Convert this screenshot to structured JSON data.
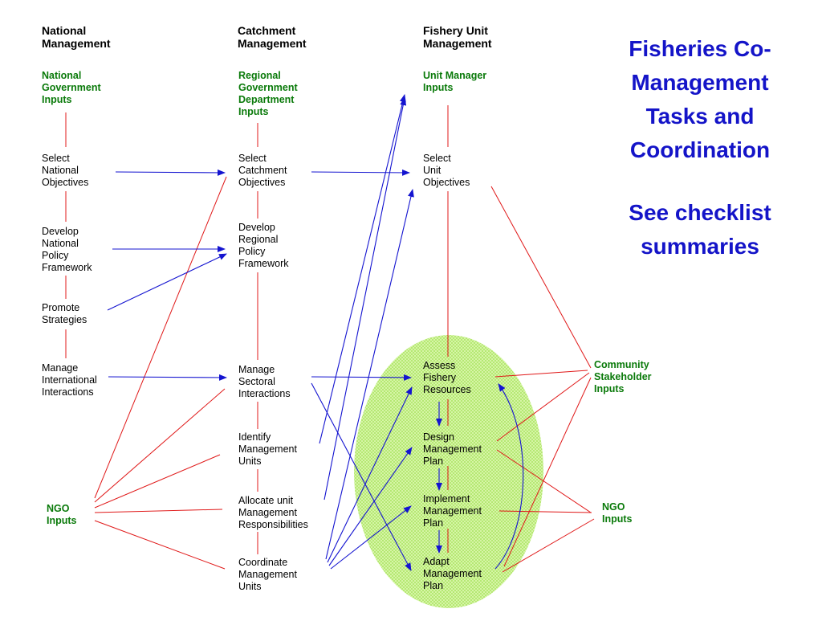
{
  "headers": {
    "national": "National\nManagement",
    "catchment": "Catchment\nManagement",
    "fishery": "Fishery Unit\nManagement"
  },
  "inputs": {
    "national_gov": "National\nGovernment\nInputs",
    "regional_gov": "Regional\nGovernment\nDepartment\nInputs",
    "unit_manager": "Unit Manager\nInputs",
    "ngo_left": "NGO\nInputs",
    "community": "Community\nStakeholder\nInputs",
    "ngo_right": "NGO\nInputs"
  },
  "national_tasks": {
    "select": "Select\nNational\nObjectives",
    "develop": "Develop\nNational\nPolicy\nFramework",
    "promote": "Promote\nStrategies",
    "manage": "Manage\nInternational\nInteractions"
  },
  "catchment_tasks": {
    "select": "Select\nCatchment\nObjectives",
    "develop": "Develop\nRegional\nPolicy\nFramework",
    "manage": "Manage\nSectoral\nInteractions",
    "identify": "Identify\nManagement\nUnits",
    "allocate": "Allocate unit\nManagement\nResponsibilities",
    "coordinate": "Coordinate\nManagement\nUnits"
  },
  "fishery_tasks": {
    "select": "Select\nUnit\nObjectives",
    "assess": "Assess\nFishery\nResources",
    "design": "Design\nManagement\nPlan",
    "implement": "Implement\nManagement\nPlan",
    "adapt": "Adapt\nManagement\nPlan"
  },
  "title": {
    "main": "Fisheries Co-\nManagement\nTasks and\nCoordination",
    "sub": "See checklist\nsummaries"
  },
  "colors": {
    "link_red": "#e01818",
    "arrow_blue": "#1414d0",
    "ellipse_fill": "#c8f08c",
    "input_green": "#0a7a0a",
    "title_blue": "#1414c8"
  }
}
